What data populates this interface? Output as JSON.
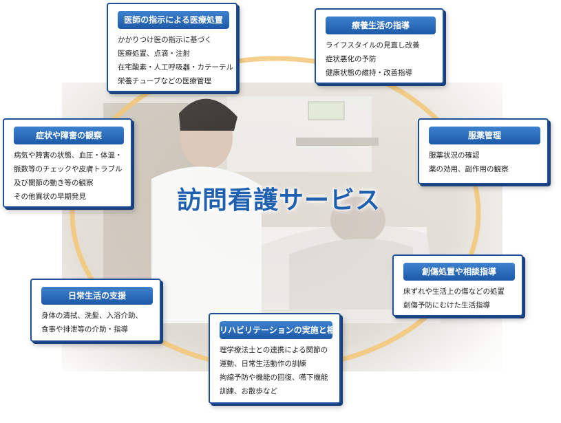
{
  "center_title": "訪問看護サービス",
  "colors": {
    "header_bg": "#2a6cbf",
    "card_border": "#1e4f96",
    "ring": "#f3c777",
    "title": "#1f5fb0"
  },
  "cards": [
    {
      "title": "医師の指示による医療処置",
      "lines": [
        "かかりつけ医の指示に基づく",
        "医療処置、点滴・注射",
        "在宅酸素・人工呼吸器・カテーテル",
        "栄養チューブなどの医療管理"
      ]
    },
    {
      "title": "療養生活の指導",
      "lines": [
        "ライフスタイルの見直し改善",
        "症状悪化の予防",
        "健康状態の維持・改善指導"
      ]
    },
    {
      "title": "症状や障害の観察",
      "lines": [
        "病気や障害の状態、血圧・体温・",
        "脈数等のチェックや皮膚トラブル",
        "及び関節の動き等の観察",
        "その他異状の早期発見"
      ]
    },
    {
      "title": "服薬管理",
      "lines": [
        "服薬状況の確認",
        "薬の効用、副作用の観察"
      ]
    },
    {
      "title": "創傷処置や相談指導",
      "lines": [
        "床ずれや生活上の傷などの処置",
        "創傷予防にむけた生活指導"
      ]
    },
    {
      "title": "日常生活の支援",
      "lines": [
        "身体の清拭、洗髪、入浴介助、",
        "食事や排泄等の介助・指導"
      ]
    },
    {
      "title": "リハビリテーションの実施と相談",
      "lines": [
        "理学療法士との連携による関節の",
        "運動、日常生活動作の訓練",
        "拘縮予防や機能の回復、嚥下機能",
        "訓練、お散歩など"
      ]
    }
  ]
}
